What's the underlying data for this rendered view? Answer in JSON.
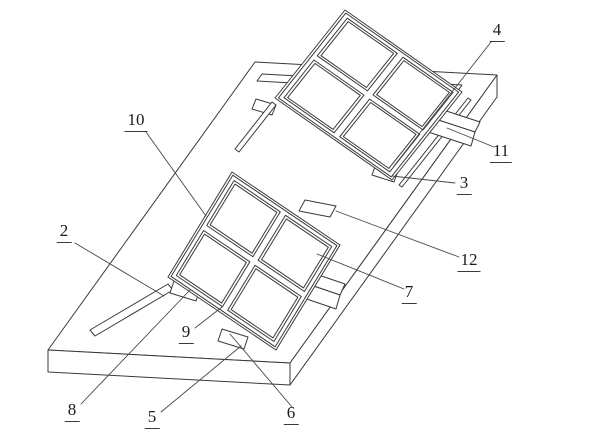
{
  "figure": {
    "description": "isometric patent line drawing of a base plate carrying two tilted 2x2 solar panel arrays with mounting rails and brackets",
    "background": "#ffffff",
    "line_color": "#3a3a3a",
    "callouts": [
      {
        "text": "2"
      },
      {
        "text": "3"
      },
      {
        "text": "4"
      },
      {
        "text": "5"
      },
      {
        "text": "6"
      },
      {
        "text": "7"
      },
      {
        "text": "8"
      },
      {
        "text": "9"
      },
      {
        "text": "10"
      },
      {
        "text": "11"
      },
      {
        "text": "12"
      }
    ]
  }
}
